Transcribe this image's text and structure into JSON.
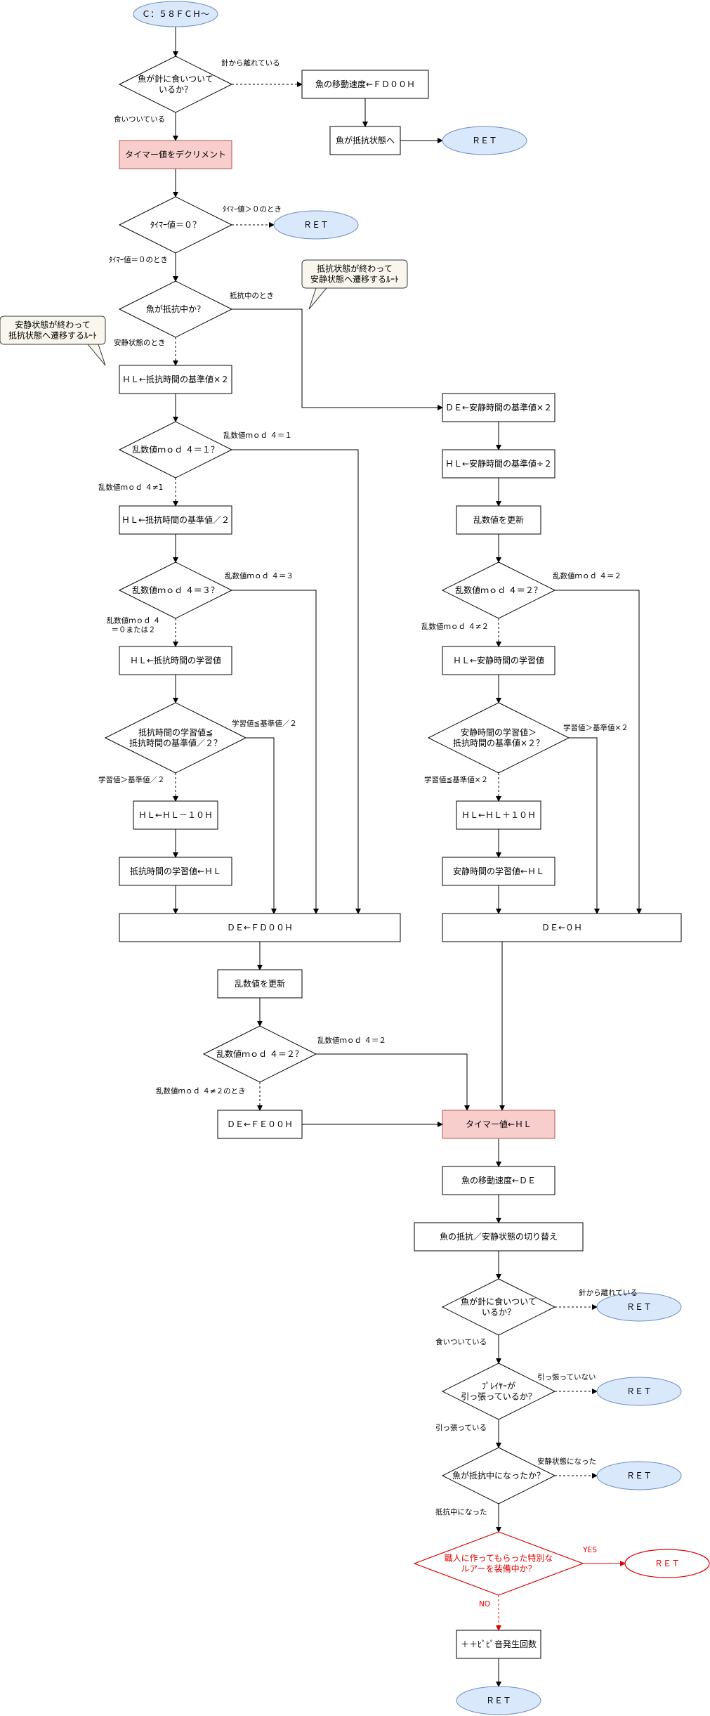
{
  "diagram": {
    "nodes": [
      {
        "id": "start",
        "text": "Ｃ：５８ＦＣＨ～"
      },
      {
        "id": "d1",
        "text": "魚が針に食いついて\nいるか？"
      },
      {
        "id": "speed1",
        "text": "魚の移動速度←ＦＤ００Ｈ"
      },
      {
        "id": "resist1",
        "text": "魚が抵抗状態へ"
      },
      {
        "id": "ret1",
        "text": "ＲＥＴ"
      },
      {
        "id": "dec",
        "text": "タイマー値をデクリメント"
      },
      {
        "id": "d2",
        "text": "ﾀｲﾏｰ値＝０？"
      },
      {
        "id": "ret2",
        "text": "ＲＥＴ"
      },
      {
        "id": "d3",
        "text": "魚が抵抗中か？"
      },
      {
        "id": "hl1",
        "text": "ＨＬ←抵抗時間の基準値×２"
      },
      {
        "id": "d4",
        "text": "乱数値ｍｏｄ ４＝１？"
      },
      {
        "id": "hl2",
        "text": "ＨＬ←抵抗時間の基準値／２"
      },
      {
        "id": "d5",
        "text": "乱数値ｍｏｄ ４＝３？"
      },
      {
        "id": "hl3",
        "text": "ＨＬ←抵抗時間の学習値"
      },
      {
        "id": "d6",
        "text": "抵抗時間の学習値≦\n抵抗時間の基準値／２？"
      },
      {
        "id": "hl4",
        "text": "ＨＬ←ＨＬ－１０Ｈ"
      },
      {
        "id": "learn1",
        "text": "抵抗時間の学習値←ＨＬ"
      },
      {
        "id": "de1",
        "text": "ＤＥ←ＦＤ００Ｈ"
      },
      {
        "id": "rand1",
        "text": "乱数値を更新"
      },
      {
        "id": "d7",
        "text": "乱数値ｍｏｄ ４＝２？"
      },
      {
        "id": "de2",
        "text": "ＤＥ←ＦＥ００Ｈ"
      },
      {
        "id": "de3",
        "text": "ＤＥ←安静時間の基準値×２"
      },
      {
        "id": "hl5",
        "text": "ＨＬ←安静時間の基準値÷２"
      },
      {
        "id": "rand2",
        "text": "乱数値を更新"
      },
      {
        "id": "d8",
        "text": "乱数値ｍｏｄ ４＝２？"
      },
      {
        "id": "hl6",
        "text": "ＨＬ←安静時間の学習値"
      },
      {
        "id": "d9",
        "text": "安静時間の学習値＞\n抵抗時間の基準値×２？"
      },
      {
        "id": "hl7",
        "text": "ＨＬ←ＨＬ＋１０Ｈ"
      },
      {
        "id": "learn2",
        "text": "安静時間の学習値←ＨＬ"
      },
      {
        "id": "de4",
        "text": "ＤＥ←０Ｈ"
      },
      {
        "id": "timer",
        "text": "タイマー値←ＨＬ"
      },
      {
        "id": "speed2",
        "text": "魚の移動速度←ＤＥ"
      },
      {
        "id": "switch",
        "text": "魚の抵抗／安静状態の切り替え"
      },
      {
        "id": "d10",
        "text": "魚が針に食いついて\nいるか？"
      },
      {
        "id": "ret3",
        "text": "ＲＥＴ"
      },
      {
        "id": "d11",
        "text": "ﾌﾟﾚｲﾔｰが\n引っ張っているか？"
      },
      {
        "id": "ret4",
        "text": "ＲＥＴ"
      },
      {
        "id": "d12",
        "text": "魚が抵抗中になったか？"
      },
      {
        "id": "ret5",
        "text": "ＲＥＴ"
      },
      {
        "id": "d13",
        "text": "職人に作ってもらった特別な\nルアーを装備中か？"
      },
      {
        "id": "ret6",
        "text": "ＲＥＴ"
      },
      {
        "id": "beep",
        "text": "＋＋ﾋﾟﾋﾟ音発生回数"
      },
      {
        "id": "ret7",
        "text": "ＲＥＴ"
      }
    ],
    "callouts": [
      {
        "id": "c1",
        "text": "抵抗状態が終わって\n安静状態へ遷移するﾙｰﾄ"
      },
      {
        "id": "c2",
        "text": "安静状態が終わって\n抵抗状態へ遷移するﾙｰﾄ"
      }
    ],
    "edge_labels": [
      {
        "id": "l_d1_no",
        "text": "針から離れている"
      },
      {
        "id": "l_d1_yes",
        "text": "食いついている"
      },
      {
        "id": "l_d2_no",
        "text": "ﾀｲﾏｰ値＞０のとき"
      },
      {
        "id": "l_d2_yes",
        "text": "ﾀｲﾏｰ値＝０のとき"
      },
      {
        "id": "l_d3_yes",
        "text": "抵抗中のとき"
      },
      {
        "id": "l_d3_no",
        "text": "安静状態のとき"
      },
      {
        "id": "l_d4_yes",
        "text": "乱数値ｍｏｄ ４＝１"
      },
      {
        "id": "l_d4_no",
        "text": "乱数値ｍｏｄ ４≠1"
      },
      {
        "id": "l_d5_yes",
        "text": "乱数値ｍｏｄ ４＝３"
      },
      {
        "id": "l_d5_no",
        "text": "乱数値ｍｏｄ ４\n＝０または２"
      },
      {
        "id": "l_d6_yes",
        "text": "学習値≦基準値／２"
      },
      {
        "id": "l_d6_no",
        "text": "学習値＞基準値／２"
      },
      {
        "id": "l_d7_yes",
        "text": "乱数値ｍｏｄ ４＝２"
      },
      {
        "id": "l_d7_no",
        "text": "乱数値ｍｏｄ ４≠２のとき"
      },
      {
        "id": "l_d8_yes",
        "text": "乱数値ｍｏｄ ４＝２"
      },
      {
        "id": "l_d8_no",
        "text": "乱数値ｍｏｄ ４≠２"
      },
      {
        "id": "l_d9_yes",
        "text": "学習値＞基準値×２"
      },
      {
        "id": "l_d9_no",
        "text": "学習値≦基準値×２"
      },
      {
        "id": "l_d10_no",
        "text": "針から離れている"
      },
      {
        "id": "l_d10_yes",
        "text": "食いついている"
      },
      {
        "id": "l_d11_no",
        "text": "引っ張っていない"
      },
      {
        "id": "l_d11_yes",
        "text": "引っ張っている"
      },
      {
        "id": "l_d12_no",
        "text": "安静状態になった"
      },
      {
        "id": "l_d12_yes",
        "text": "抵抗中になった"
      },
      {
        "id": "l_d13_yes",
        "text": "YES"
      },
      {
        "id": "l_d13_no",
        "text": "NO"
      }
    ]
  }
}
